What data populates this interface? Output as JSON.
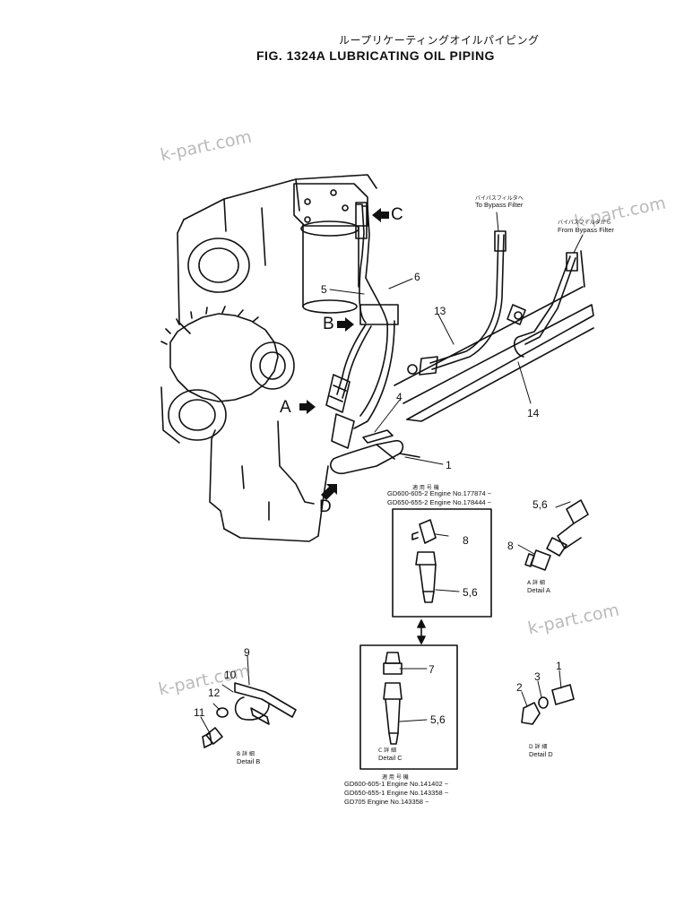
{
  "header": {
    "title_jp": "ループリケーティングオイルパイピング",
    "title_en": "FIG. 1324A  LUBRICATING OIL PIPING"
  },
  "watermark": "k-part.com",
  "bypass_to": {
    "jp": "バイパスフィルタへ",
    "en": "To Bypass Filter"
  },
  "bypass_from": {
    "jp": "バイパスフィルタから",
    "en": "From Bypass Filter"
  },
  "views": {
    "a": "A",
    "b": "B",
    "c": "C",
    "d": "D"
  },
  "callouts": {
    "p1": "1",
    "p4": "4",
    "p5": "5",
    "p6": "6",
    "p13": "13",
    "p14": "14",
    "p56a": "5,6",
    "p8a": "8",
    "p8c": "8",
    "p56c": "5,6",
    "p7": "7",
    "p56d": "5,6",
    "p9": "9",
    "p10": "10",
    "p12": "12",
    "p11": "11",
    "pd1": "1",
    "pd2": "2",
    "pd3": "3"
  },
  "applicable_upper": {
    "heading": "適 用 号 機",
    "rows": [
      "GD600-605-2  Engine No.177874 ~",
      "GD650-655-2  Engine No.178444 ~"
    ]
  },
  "applicable_lower": {
    "heading": "適 用 号 機",
    "rows": [
      "GD600-605-1  Engine No.141402 ~",
      "GD650-655-1  Engine No.143358 ~",
      "GD705           Engine No.143358 ~"
    ]
  },
  "details": {
    "a": {
      "jp": "A  詳 細",
      "en": "Detail A"
    },
    "b": {
      "jp": "B  詳 細",
      "en": "Detail B"
    },
    "c": {
      "jp": "C  詳 細",
      "en": "Detail C"
    },
    "d": {
      "jp": "D  詳 細",
      "en": "Detail D"
    }
  }
}
